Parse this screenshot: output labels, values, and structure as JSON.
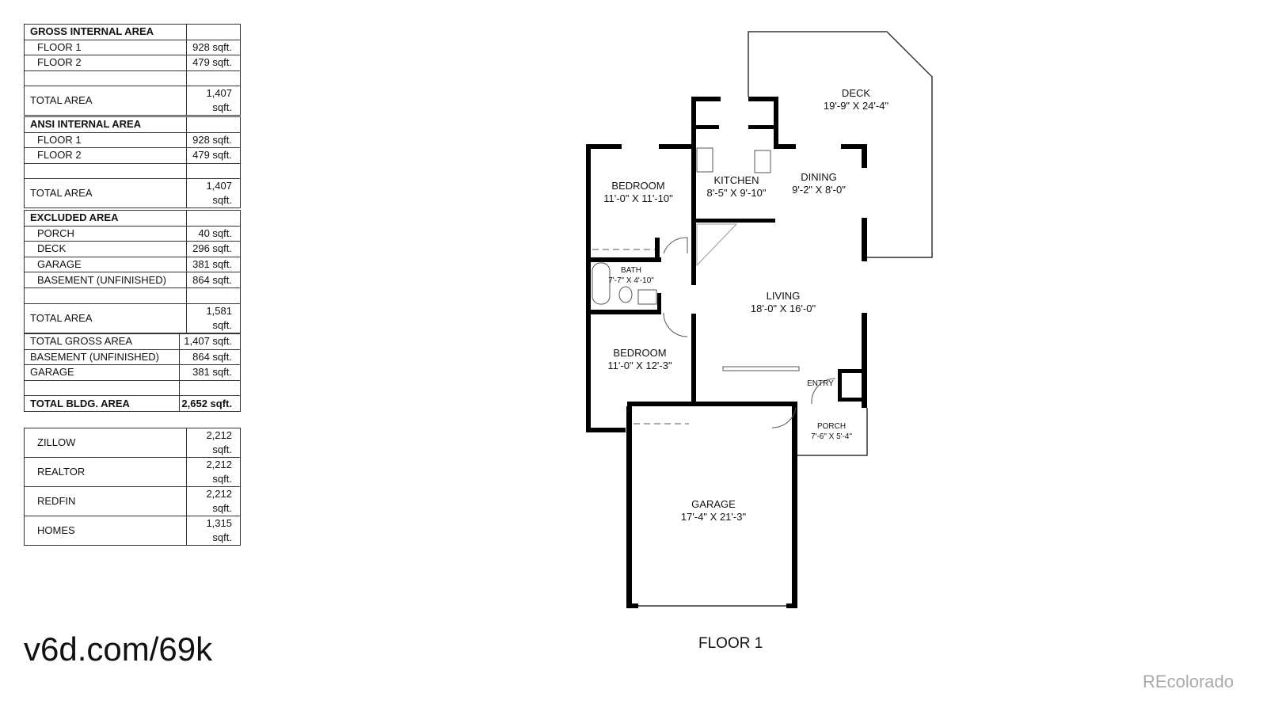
{
  "tables": [
    {
      "rows": [
        {
          "label": "GROSS INTERNAL AREA",
          "value": "",
          "type": "header"
        },
        {
          "label": "FLOOR 1",
          "value": "928 sqft.",
          "indent": true
        },
        {
          "label": "FLOOR 2",
          "value": "479 sqft.",
          "indent": true
        },
        {
          "label": "",
          "value": ""
        },
        {
          "label": "TOTAL AREA",
          "value": "1,407 sqft."
        }
      ]
    },
    {
      "rows": [
        {
          "label": "ANSI INTERNAL AREA",
          "value": "",
          "type": "header"
        },
        {
          "label": "FLOOR 1",
          "value": "928 sqft.",
          "indent": true
        },
        {
          "label": "FLOOR 2",
          "value": "479 sqft.",
          "indent": true
        },
        {
          "label": "",
          "value": ""
        },
        {
          "label": "TOTAL AREA",
          "value": "1,407 sqft."
        }
      ]
    },
    {
      "rows": [
        {
          "label": "EXCLUDED AREA",
          "value": "",
          "type": "header"
        },
        {
          "label": "PORCH",
          "value": "40 sqft.",
          "indent": true
        },
        {
          "label": "DECK",
          "value": "296 sqft.",
          "indent": true
        },
        {
          "label": "GARAGE",
          "value": "381 sqft.",
          "indent": true
        },
        {
          "label": "BASEMENT (UNFINISHED)",
          "value": "864 sqft.",
          "indent": true
        },
        {
          "label": "",
          "value": ""
        },
        {
          "label": "TOTAL AREA",
          "value": "1,581 sqft."
        }
      ]
    },
    {
      "rows": [
        {
          "label": "TOTAL GROSS AREA",
          "value": "1,407 sqft."
        },
        {
          "label": "BASEMENT (UNFINISHED)",
          "value": "864 sqft."
        },
        {
          "label": "GARAGE",
          "value": "381 sqft."
        },
        {
          "label": "",
          "value": ""
        },
        {
          "label": "TOTAL BLDG. AREA",
          "value": "2,652 sqft.",
          "type": "bold"
        }
      ]
    },
    {
      "rows": [
        {
          "label": "ZILLOW",
          "value": "2,212 sqft.",
          "indent": true
        },
        {
          "label": "REALTOR",
          "value": "2,212 sqft.",
          "indent": true
        },
        {
          "label": "REDFIN",
          "value": "2,212 sqft.",
          "indent": true
        },
        {
          "label": "HOMES",
          "value": "1,315 sqft.",
          "indent": true
        }
      ]
    }
  ],
  "rooms": {
    "deck": {
      "name": "DECK",
      "dims": "19'-9\" X 24'-4\""
    },
    "kitchen": {
      "name": "KITCHEN",
      "dims": "8'-5\" X 9'-10\""
    },
    "dining": {
      "name": "DINING",
      "dims": "9'-2\" X 8'-0\""
    },
    "bedroom1": {
      "name": "BEDROOM",
      "dims": "11'-0\" X 11'-10\""
    },
    "bath": {
      "name": "BATH",
      "dims": "7'-7\" X 4'-10\""
    },
    "living": {
      "name": "LIVING",
      "dims": "18'-0\" X 16'-0\""
    },
    "bedroom2": {
      "name": "BEDROOM",
      "dims": "11'-0\" X 12'-3\""
    },
    "entry": {
      "name": "ENTRY"
    },
    "porch": {
      "name": "PORCH",
      "dims": "7'-6\" X 5'-4\""
    },
    "garage": {
      "name": "GARAGE",
      "dims": "17'-4\" X 21'-3\""
    }
  },
  "floor_label": "FLOOR 1",
  "short_url": "v6d.com/69k",
  "brand": "REcolorado"
}
